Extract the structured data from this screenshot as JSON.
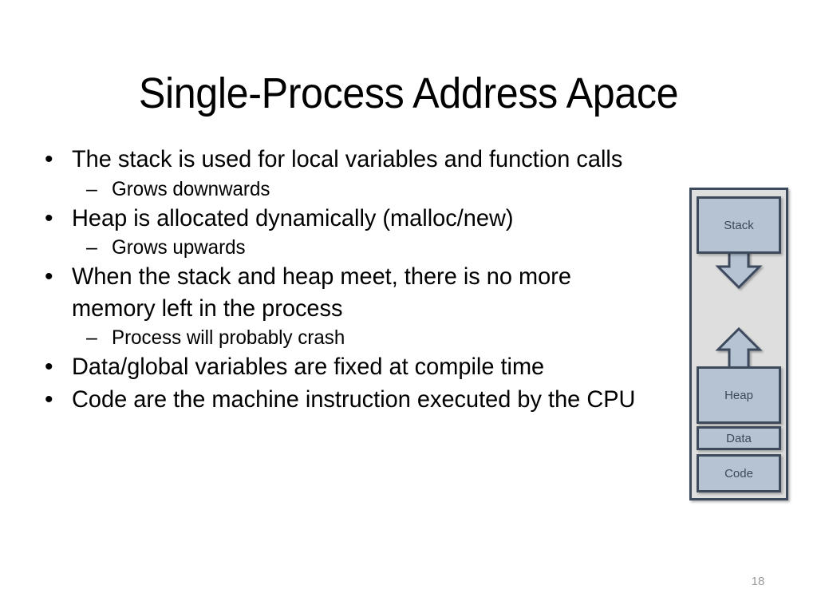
{
  "slide": {
    "title": "Single-Process Address Apace",
    "page_number": "18",
    "background_color": "#ffffff",
    "text_color": "#000000"
  },
  "content": {
    "bullets": [
      {
        "level": 1,
        "marker": "•",
        "text": "The stack is used for local variables and function calls"
      },
      {
        "level": 2,
        "marker": "–",
        "text": "Grows downwards"
      },
      {
        "level": 1,
        "marker": "•",
        "text": "Heap is allocated dynamically (malloc/new)"
      },
      {
        "level": 2,
        "marker": "–",
        "text": "Grows upwards"
      },
      {
        "level": 1,
        "marker": "•",
        "text": "When the stack and heap meet, there is no more memory left in the process"
      },
      {
        "level": 2,
        "marker": "–",
        "text": "Process will probably crash"
      },
      {
        "level": 1,
        "marker": "•",
        "text": "Data/global variables are fixed at compile time"
      },
      {
        "level": 1,
        "marker": "•",
        "text": "Code are the machine instruction executed by the CPU"
      }
    ]
  },
  "diagram": {
    "name": "process-address-space",
    "container_fill": "#dedede",
    "box_fill": "#b6c3d3",
    "border_color": "#3c4a5c",
    "label_color": "#3c4a5c",
    "segments": [
      {
        "id": "stack",
        "label": "Stack"
      },
      {
        "id": "heap",
        "label": "Heap"
      },
      {
        "id": "data",
        "label": "Data"
      },
      {
        "id": "code",
        "label": "Code"
      }
    ],
    "arrows": [
      {
        "id": "stack-growth",
        "direction": "down",
        "meaning": "stack grows downwards"
      },
      {
        "id": "heap-growth",
        "direction": "up",
        "meaning": "heap grows upwards"
      }
    ]
  }
}
